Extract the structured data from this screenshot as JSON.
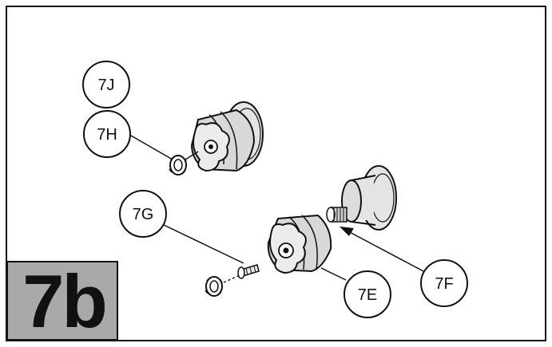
{
  "step_label": "7b",
  "callouts": {
    "c7J": "7J",
    "c7H": "7H",
    "c7G": "7G",
    "c7E": "7E",
    "c7F": "7F"
  },
  "colors": {
    "line": "#111111",
    "label_box": "#a9a9a9",
    "part_fill": "#e4e4e4",
    "part_shade": "#cfcfcf"
  }
}
